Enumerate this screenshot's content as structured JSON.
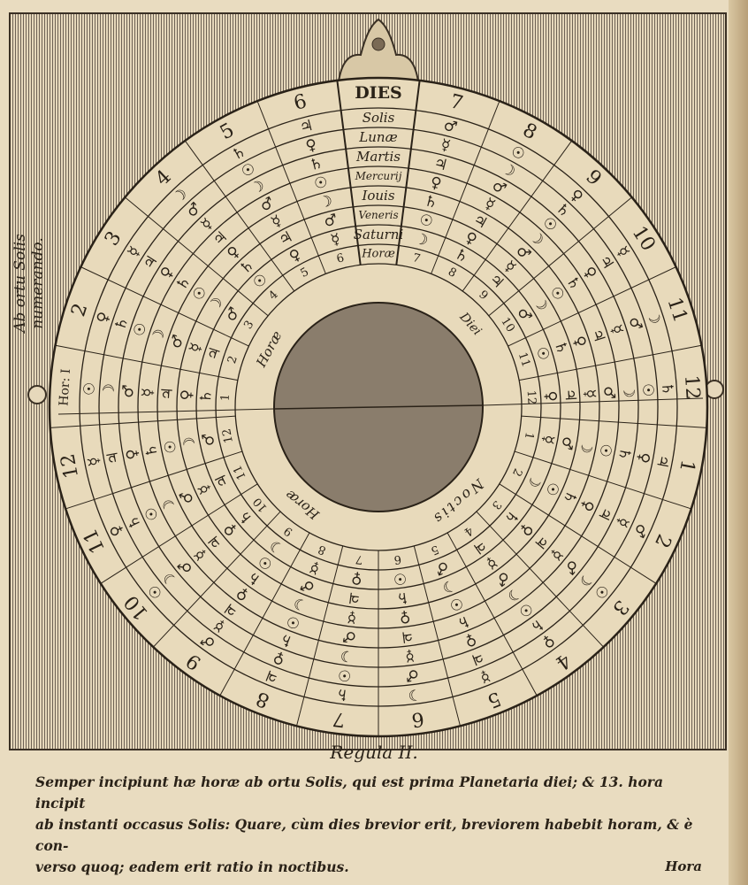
{
  "side_text": "Ab ortu Solis numerando.",
  "dial": {
    "header": "DIES",
    "hours": [
      "7",
      "8",
      "9",
      "10",
      "11",
      "12",
      "1",
      "2",
      "3",
      "4",
      "5",
      "6",
      "7",
      "8",
      "9",
      "10",
      "11",
      "12",
      "Hor: I",
      "2",
      "3",
      "4",
      "5",
      "6"
    ],
    "inner_hours": [
      "7",
      "8",
      "9",
      "10",
      "11",
      "12",
      "1",
      "2",
      "3",
      "4",
      "5",
      "6",
      "7",
      "8",
      "9",
      "10",
      "11",
      "12",
      "1",
      "2",
      "3",
      "4",
      "5",
      "6"
    ],
    "rings": [
      {
        "day": "Solis",
        "glyphs": "♂☉♀☿☽♄♃♂☉♀☿☽♄♃♂☉♀☿☉♀☿☽♄♃"
      },
      {
        "day": "Lunæ",
        "glyphs": "☿☽♄♃♂☉♀☿☽♄♃♂☉♀☿☽♄♃☽♄♃♂☉♀"
      },
      {
        "day": "Martis",
        "glyphs": "♃♂☉♀☿☽♄♃♂☉♀☿☽♄♃♂☉♀♂☉♀☿☽♄"
      },
      {
        "day": "Mercurij",
        "glyphs": "♀☿☽♄♃♂☉♀☿☽♄♃♂☉♀☿☽♄☿☽♄♃♂☉"
      },
      {
        "day": "Iouis",
        "glyphs": "♄♃♂☉♀☿☽♄♃♂☉♀☿☽♄♃♂☉♃♂☉♀☿☽"
      },
      {
        "day": "Veneris",
        "glyphs": "☉♀☿☽♄♃♂☉♀☿☽♄♃♂☉♀☿☽♀☿☽♄♃♂"
      },
      {
        "day": "Saturni",
        "glyphs": "☽♄♃♂☉♀☿☽♄♃♂☉♀☿☽♄♃♂♄♃♂☉♀☿"
      }
    ],
    "inner_label": "Horæ",
    "ring_words": {
      "day_left": "Horæ",
      "day_right": "Diei",
      "night_left": "Horæ",
      "night_right": "Noctis"
    }
  },
  "caption": "Regula II.",
  "paragraph": [
    "Semper incipiunt hæ horæ ab ortu Solis, qui est prima Planetaria diei; & 13. hora incipit",
    "ab instanti occasus Solis: Quare, cùm dies brevior erit, breviorem habebit horam, & è con-",
    "verso quoq; eadem erit ratio in noctibus."
  ],
  "catchword": "Hora"
}
